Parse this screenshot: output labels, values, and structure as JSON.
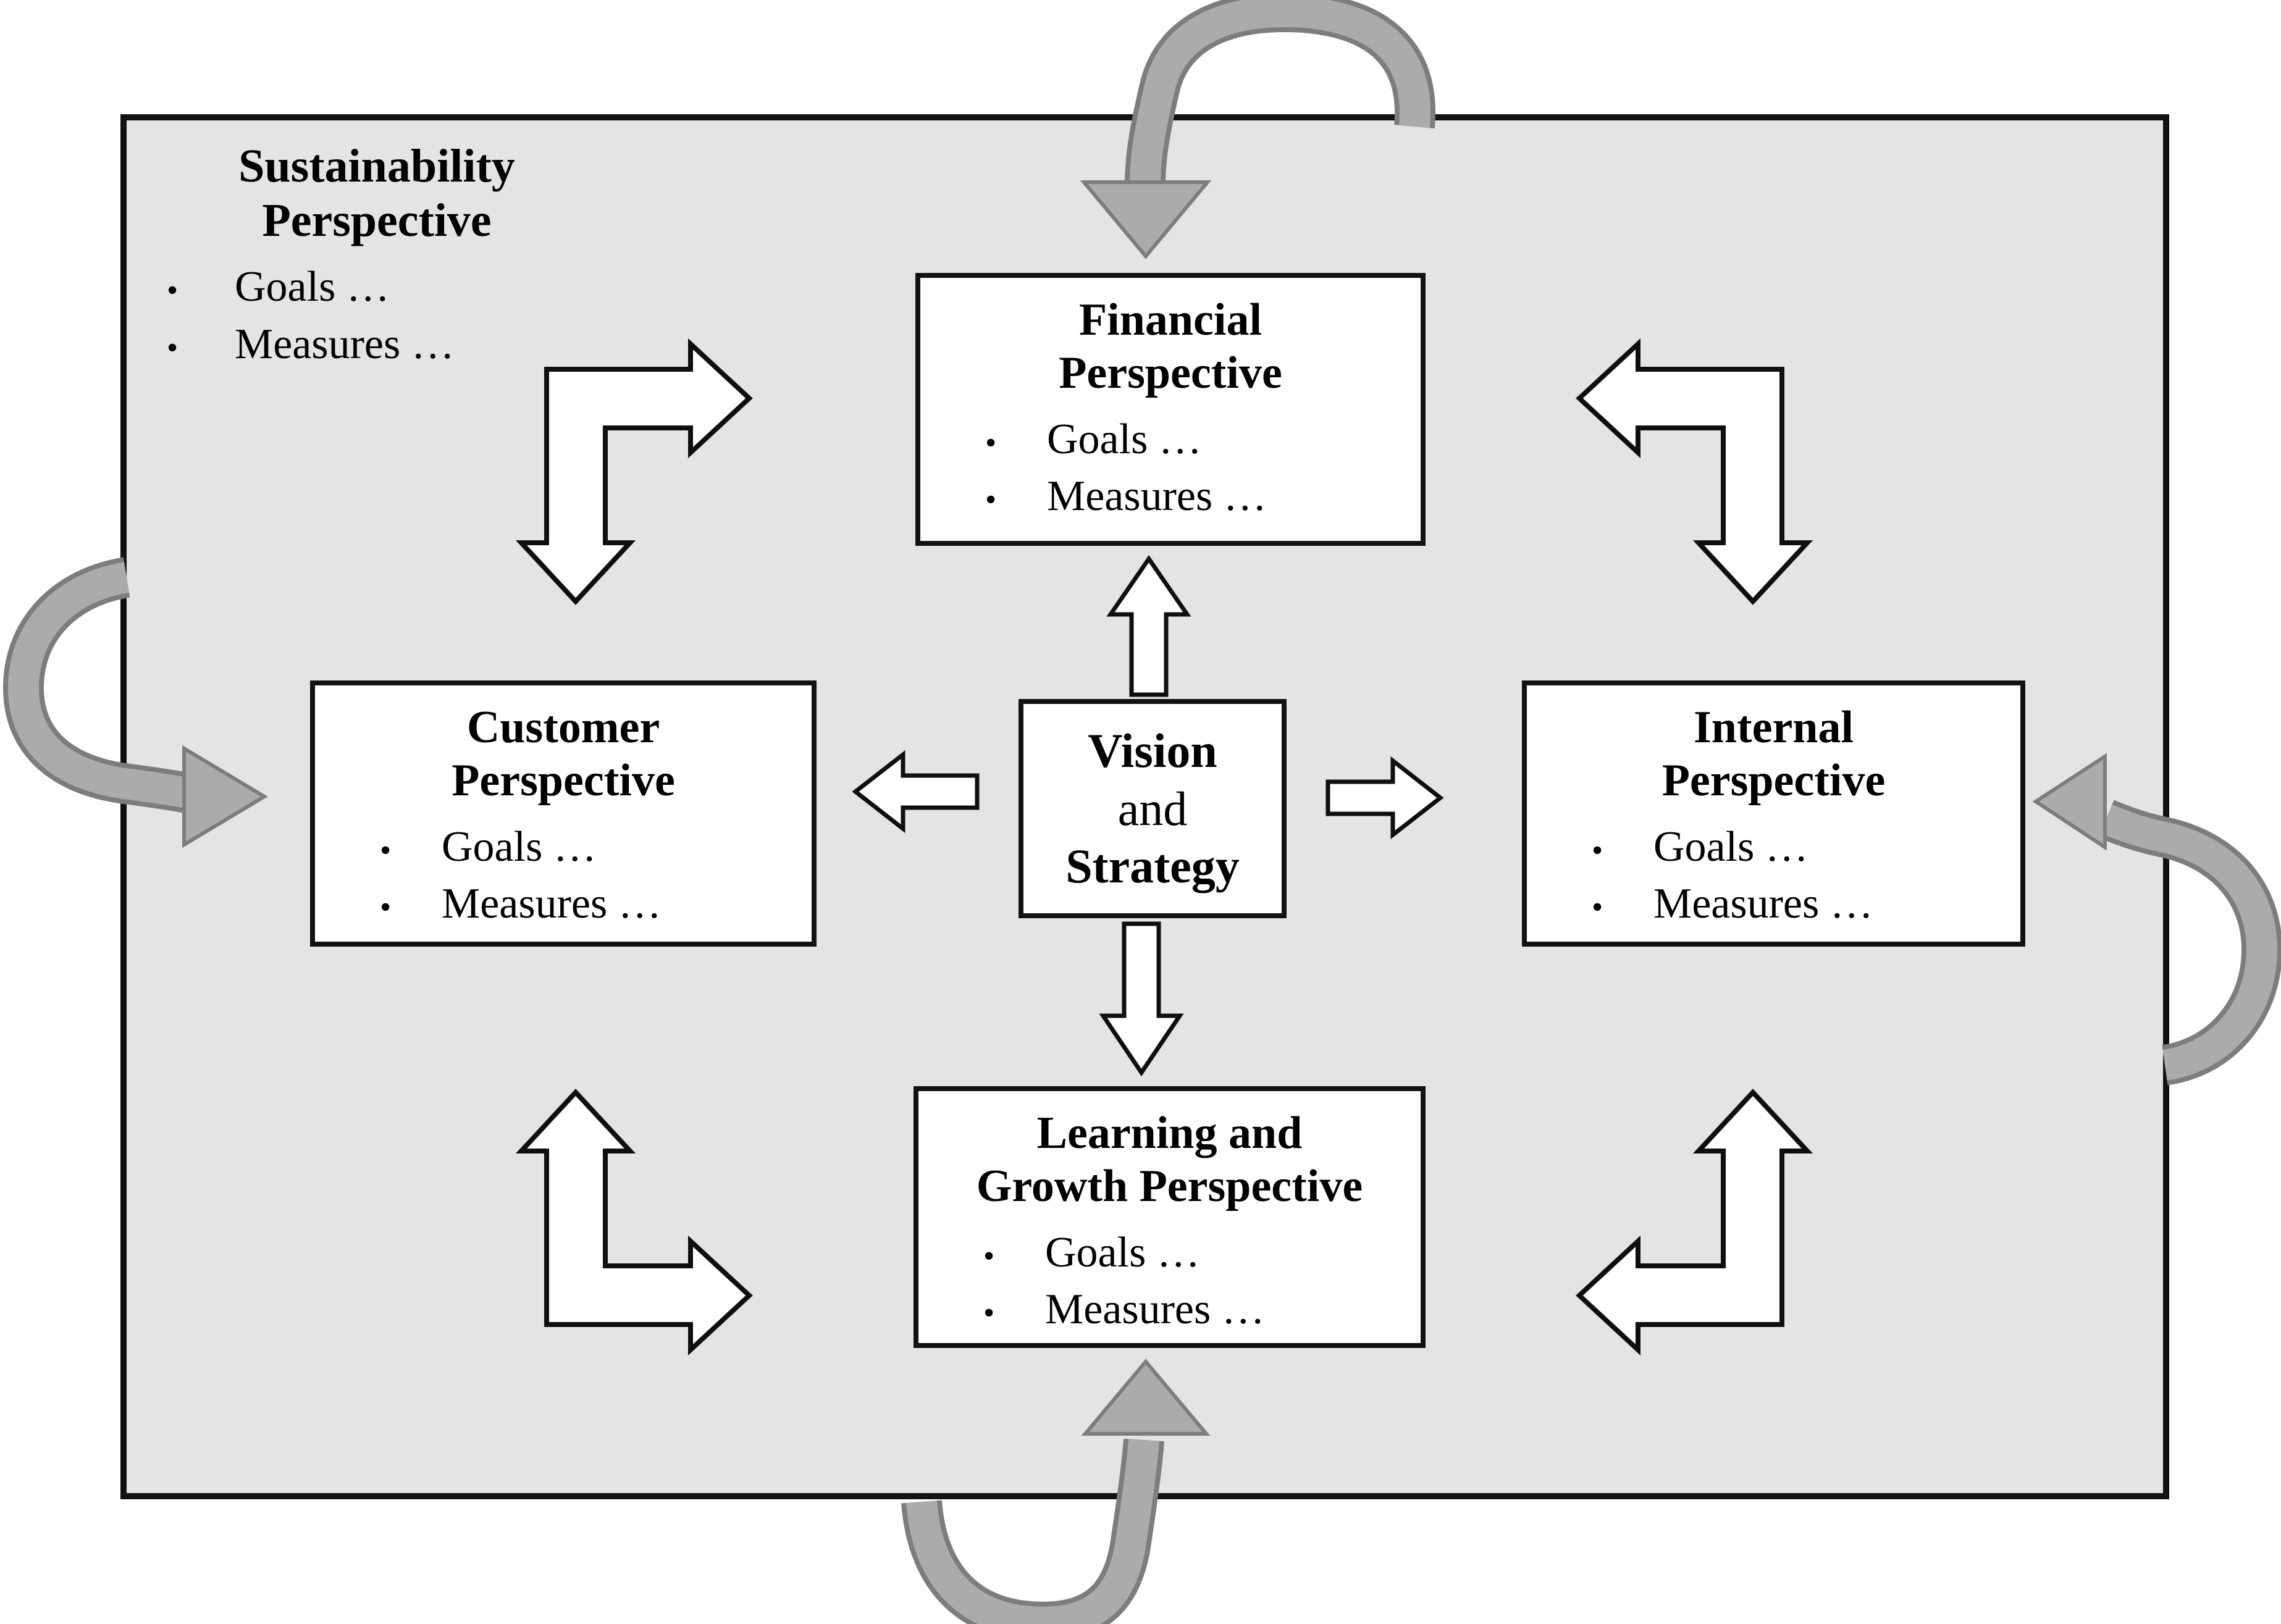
{
  "figure": {
    "type": "sustainability-balanced-scorecard-diagram",
    "colors": {
      "panel_fill": "#e4e4e4",
      "line": "#121212",
      "box_fill": "#ffffff",
      "loop_arrow_fill": "#ababab",
      "loop_arrow_edge": "#7d7d7d"
    }
  },
  "glyphs": {
    "bullet": "•"
  },
  "sustainability": {
    "title_lines": [
      "Sustainability",
      "Perspective"
    ],
    "bullets": [
      "Goals …",
      "Measures …"
    ]
  },
  "boxes": {
    "financial": {
      "title_lines": [
        "Financial",
        "Perspective"
      ],
      "bullets": [
        "Goals …",
        "Measures …"
      ]
    },
    "customer": {
      "title_lines": [
        "Customer",
        "Perspective"
      ],
      "bullets": [
        "Goals …",
        "Measures …"
      ]
    },
    "internal": {
      "title_lines": [
        "Internal",
        "Perspective"
      ],
      "bullets": [
        "Goals …",
        "Measures …"
      ]
    },
    "learning": {
      "title_lines": [
        "Learning and",
        "Growth Perspective"
      ],
      "bullets": [
        "Goals …",
        "Measures …"
      ]
    }
  },
  "center": {
    "lines": [
      "Vision",
      "and",
      "Strategy"
    ]
  },
  "icons": {
    "center_arrows": [
      "up-block-arrow",
      "down-block-arrow",
      "left-block-arrow",
      "right-block-arrow"
    ],
    "corner_arrows": [
      "elbow-arrow-top-left",
      "elbow-arrow-top-right",
      "elbow-arrow-bottom-left",
      "elbow-arrow-bottom-right"
    ],
    "loop_arrows": [
      "loop-arrow-top",
      "loop-arrow-bottom",
      "loop-arrow-left",
      "loop-arrow-right"
    ]
  }
}
